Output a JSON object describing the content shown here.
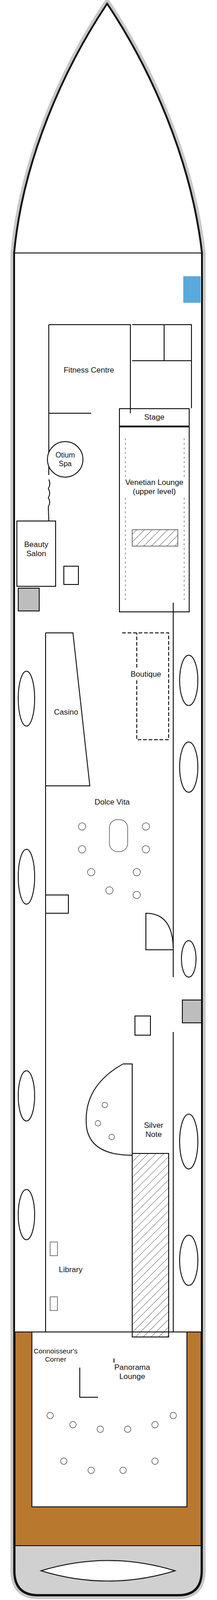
{
  "diagram": {
    "nodes": [
      {
        "text": [
          "Fitness Centre"
        ]
      },
      {
        "text": [
          "Otium Spa"
        ]
      },
      {
        "text": [
          "Stage"
        ]
      },
      {
        "text": [
          "Venetian Lounge (upper level)"
        ]
      },
      {
        "text": [
          "Beauty Salon"
        ]
      },
      {
        "text": [
          "Boutique"
        ]
      },
      {
        "text": [
          "Casino"
        ]
      },
      {
        "text": [
          "Dolce Vita"
        ]
      },
      {
        "text": [
          "Silver Note"
        ]
      },
      {
        "text": [
          "Library"
        ]
      },
      {
        "text": [
          "Connoisseur's Corner"
        ]
      },
      {
        "text": [
          "Panorama Lounge"
        ]
      }
    ]
  }
}
